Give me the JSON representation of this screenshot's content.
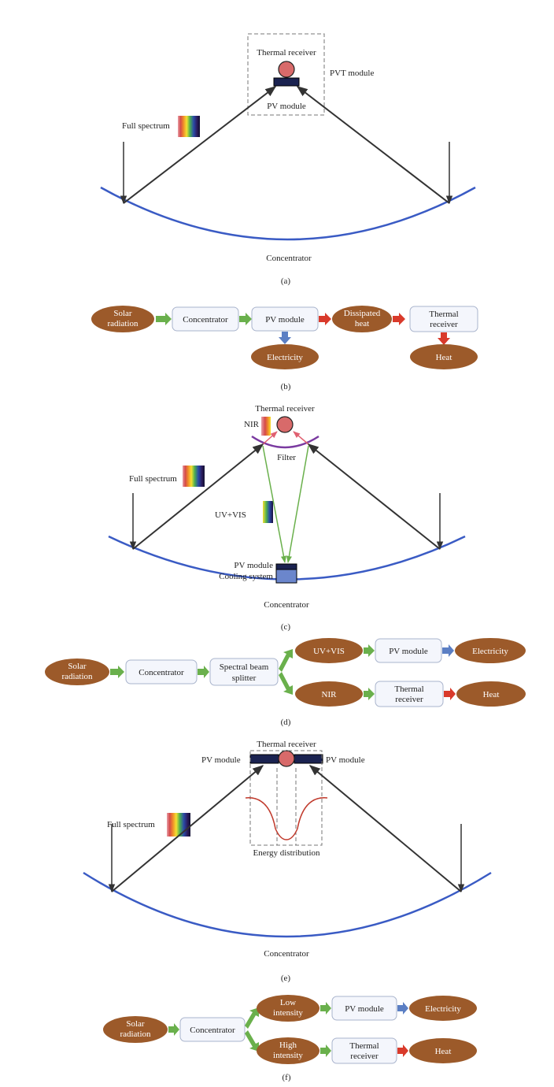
{
  "colors": {
    "concentrator": "#3a5bc4",
    "ray": "#333333",
    "oval": "#9c5a2a",
    "box_fill": "#f4f6fc",
    "arrow_green": "#6ab04c",
    "arrow_red": "#d93a2b",
    "arrow_blue": "#5b7fc4",
    "receiver": "#d86a6a",
    "pv": "#1a2250",
    "filter": "#7a3aa0",
    "green_ray": "#6ab04c",
    "red_ray": "#e06070",
    "energy_curve": "#c0392b"
  },
  "panel_a": {
    "thermal_receiver": "Thermal receiver",
    "pvt_module": "PVT module",
    "pv_module": "PV module",
    "full_spectrum": "Full spectrum",
    "concentrator": "Concentrator",
    "caption": "(a)"
  },
  "panel_b": {
    "solar_radiation": [
      "Solar",
      "radiation"
    ],
    "concentrator": "Concentrator",
    "pv_module": "PV module",
    "dissipated_heat": [
      "Dissipated",
      "heat"
    ],
    "thermal_receiver": [
      "Thermal",
      "receiver"
    ],
    "electricity": "Electricity",
    "heat": "Heat",
    "caption": "(b)"
  },
  "panel_c": {
    "thermal_receiver": "Thermal receiver",
    "nir": "NIR",
    "filter": "Filter",
    "full_spectrum": "Full spectrum",
    "uv_vis": "UV+VIS",
    "pv_module": "PV module",
    "cooling_system": "Cooling system",
    "concentrator": "Concentrator",
    "caption": "(c)"
  },
  "panel_d": {
    "solar_radiation": [
      "Solar",
      "radiation"
    ],
    "concentrator": "Concentrator",
    "splitter": [
      "Spectral beam",
      "splitter"
    ],
    "uv_vis": "UV+VIS",
    "nir": "NIR",
    "pv_module": "PV module",
    "thermal_receiver": [
      "Thermal",
      "receiver"
    ],
    "electricity": "Electricity",
    "heat": "Heat",
    "caption": "(d)"
  },
  "panel_e": {
    "thermal_receiver": "Thermal receiver",
    "pv_module_left": "PV module",
    "pv_module_right": "PV module",
    "full_spectrum": "Full spectrum",
    "energy_distribution": "Energy distribution",
    "concentrator": "Concentrator",
    "caption": "(e)"
  },
  "panel_f": {
    "solar_radiation": [
      "Solar",
      "radiation"
    ],
    "concentrator": "Concentrator",
    "low_intensity": [
      "Low",
      "intensity"
    ],
    "high_intensity": [
      "High",
      "intensity"
    ],
    "pv_module": "PV module",
    "thermal_receiver": [
      "Thermal",
      "receiver"
    ],
    "electricity": "Electricity",
    "heat": "Heat",
    "caption": "(f)"
  }
}
